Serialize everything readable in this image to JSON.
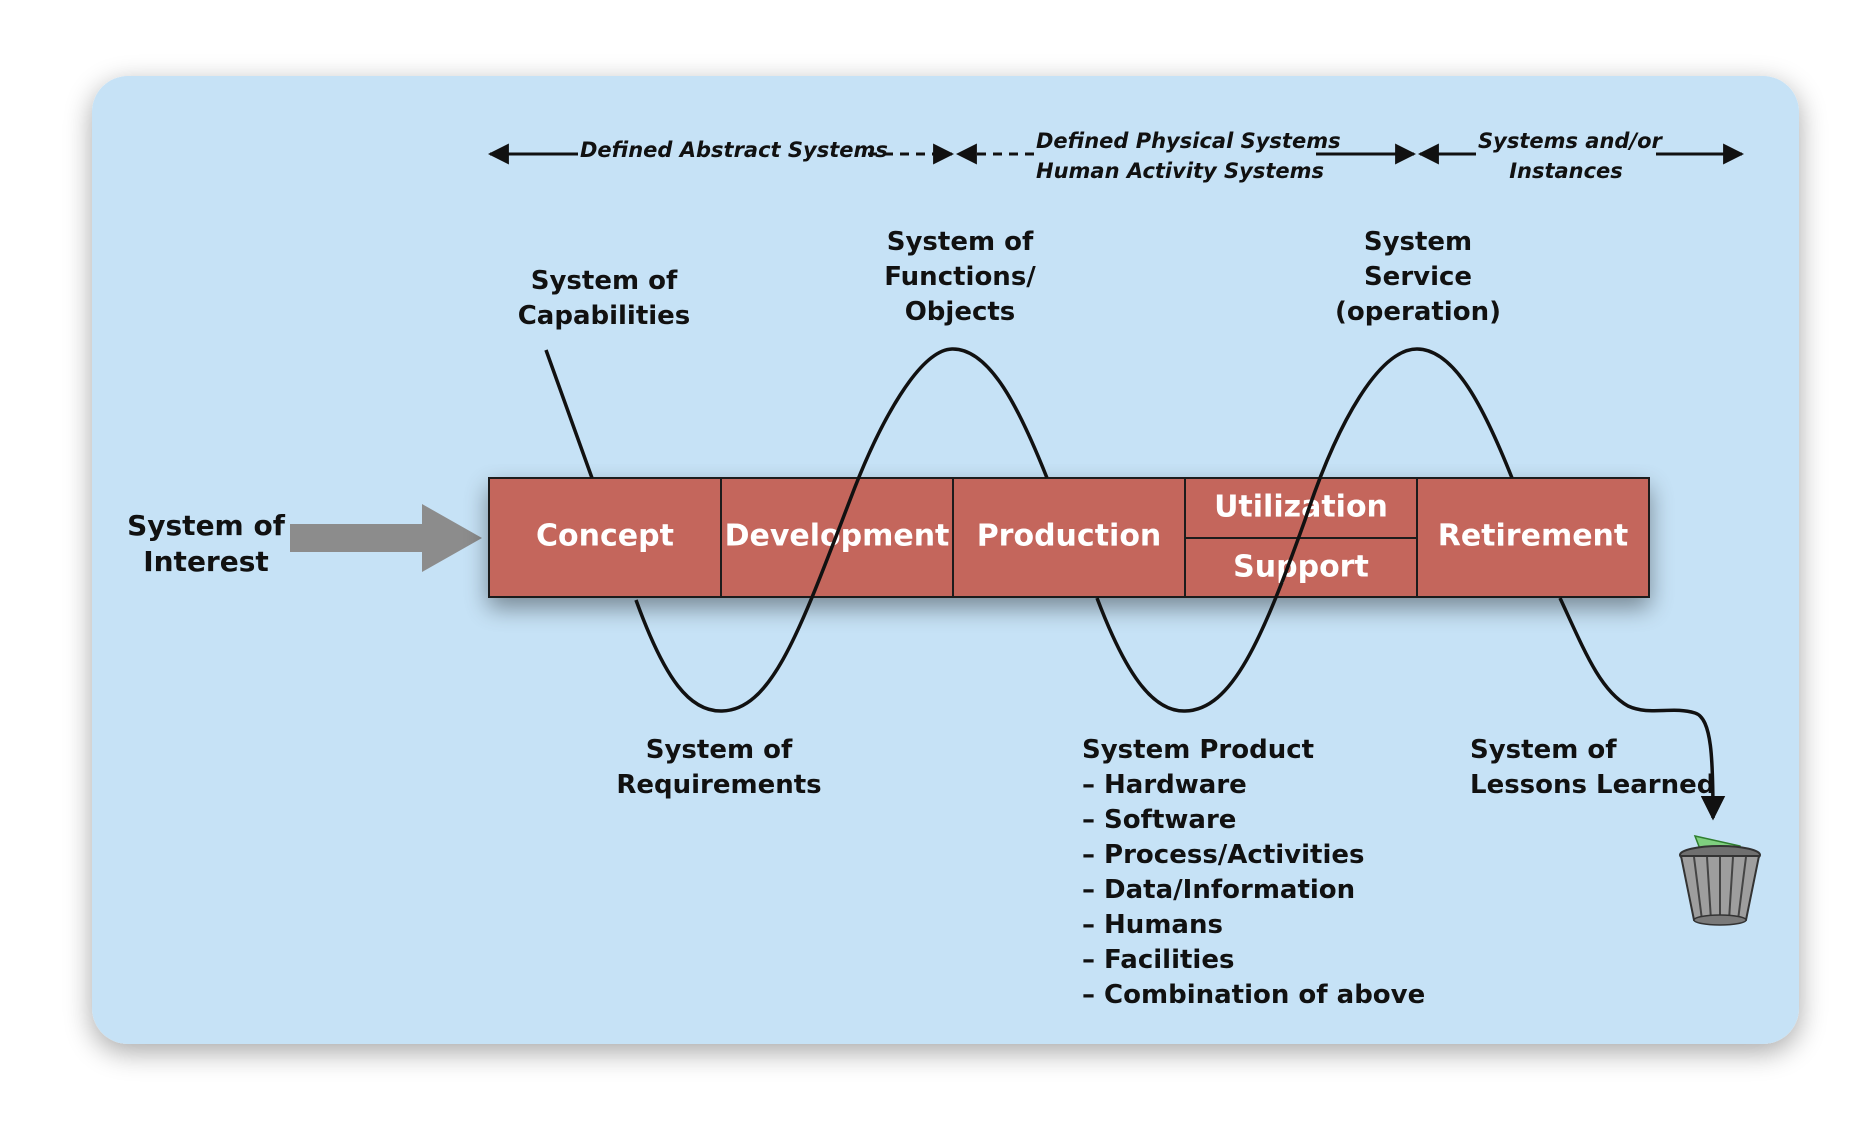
{
  "colors": {
    "panel": "#c6e2f6",
    "stage_fill": "#c4665b",
    "stage_border": "#1a1a1a",
    "input_arrow": "#8c8c8c",
    "wave": "#111111",
    "bin_paper": "#7fcf7f",
    "bin_body": "#9e9e9e"
  },
  "top_scale": {
    "abstract": "Defined Abstract Systems",
    "physical_line1": "Defined Physical Systems",
    "physical_line2": "Human Activity Systems",
    "instances_line1": "Systems and/or",
    "instances_line2": "Instances"
  },
  "input": {
    "line1": "System of",
    "line2": "Interest"
  },
  "stages": {
    "concept": "Concept",
    "development": "Development",
    "production": "Production",
    "utilization": "Utilization",
    "support": "Support",
    "retirement": "Retirement"
  },
  "upper_labels": {
    "capabilities_line1": "System of",
    "capabilities_line2": "Capabilities",
    "functions_line1": "System of",
    "functions_line2": "Functions/",
    "functions_line3": "Objects",
    "service_line1": "System",
    "service_line2": "Service",
    "service_line3": "(operation)"
  },
  "lower_labels": {
    "requirements_line1": "System of",
    "requirements_line2": "Requirements",
    "product_title": "System Product",
    "product_items": [
      "– Hardware",
      "– Software",
      "– Process/Activities",
      "– Data/Information",
      "– Humans",
      "– Facilities",
      "– Combination of above"
    ],
    "lessons_line1": "System of",
    "lessons_line2": "Lessons Learned"
  },
  "icons": {
    "trash": "trash-bin-icon",
    "input_arrow": "arrow-right-icon"
  }
}
